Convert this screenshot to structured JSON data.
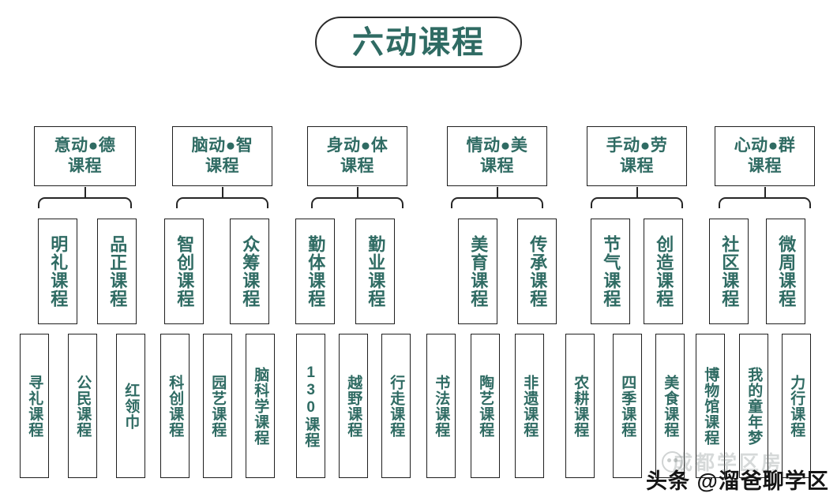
{
  "title": "六动课程",
  "watermark": {
    "main": "头条 @溜爸聊学区",
    "ghost": "成都学区房"
  },
  "chart_data": {
    "type": "diagram",
    "title": "六动课程",
    "layout": "hierarchical-org-chart",
    "levels": 3,
    "branches": [
      {
        "level1": "意动●德课程",
        "level1_line1": "意动●德",
        "level1_line2": "课程",
        "level2": [
          "明礼课程",
          "品正课程"
        ],
        "level3": [
          "寻礼课程",
          "公民课程",
          "红领巾"
        ]
      },
      {
        "level1": "脑动●智课程",
        "level1_line1": "脑动●智",
        "level1_line2": "课程",
        "level2": [
          "智创课程",
          "众筹课程"
        ],
        "level3": [
          "科创课程",
          "园艺课程",
          "脑科学课程"
        ]
      },
      {
        "level1": "身动●体课程",
        "level1_line1": "身动●体",
        "level1_line2": "课程",
        "level2": [
          "勤体课程",
          "勤业课程"
        ],
        "level3": [
          "130课程",
          "越野课程",
          "行走课程"
        ]
      },
      {
        "level1": "情动●美课程",
        "level1_line1": "情动●美",
        "level1_line2": "课程",
        "level2": [
          "美育课程",
          "传承课程"
        ],
        "level3": [
          "书法课程",
          "陶艺课程",
          "非遗课程"
        ]
      },
      {
        "level1": "手动●劳课程",
        "level1_line1": "手动●劳",
        "level1_line2": "课程",
        "level2": [
          "节气课程",
          "创造课程"
        ],
        "level3": [
          "农耕课程",
          "四季课程",
          "美食课程"
        ]
      },
      {
        "level1": "心动●群课程",
        "level1_line1": "心动●群",
        "level1_line2": "课程",
        "level2": [
          "社区课程",
          "微周课程"
        ],
        "level3": [
          "博物馆课程",
          "我的童年梦",
          "力行课程"
        ]
      }
    ]
  },
  "colors": {
    "text_teal": "#2f6b63",
    "border_dark": "#1f1f1f",
    "background": "#ffffff"
  }
}
